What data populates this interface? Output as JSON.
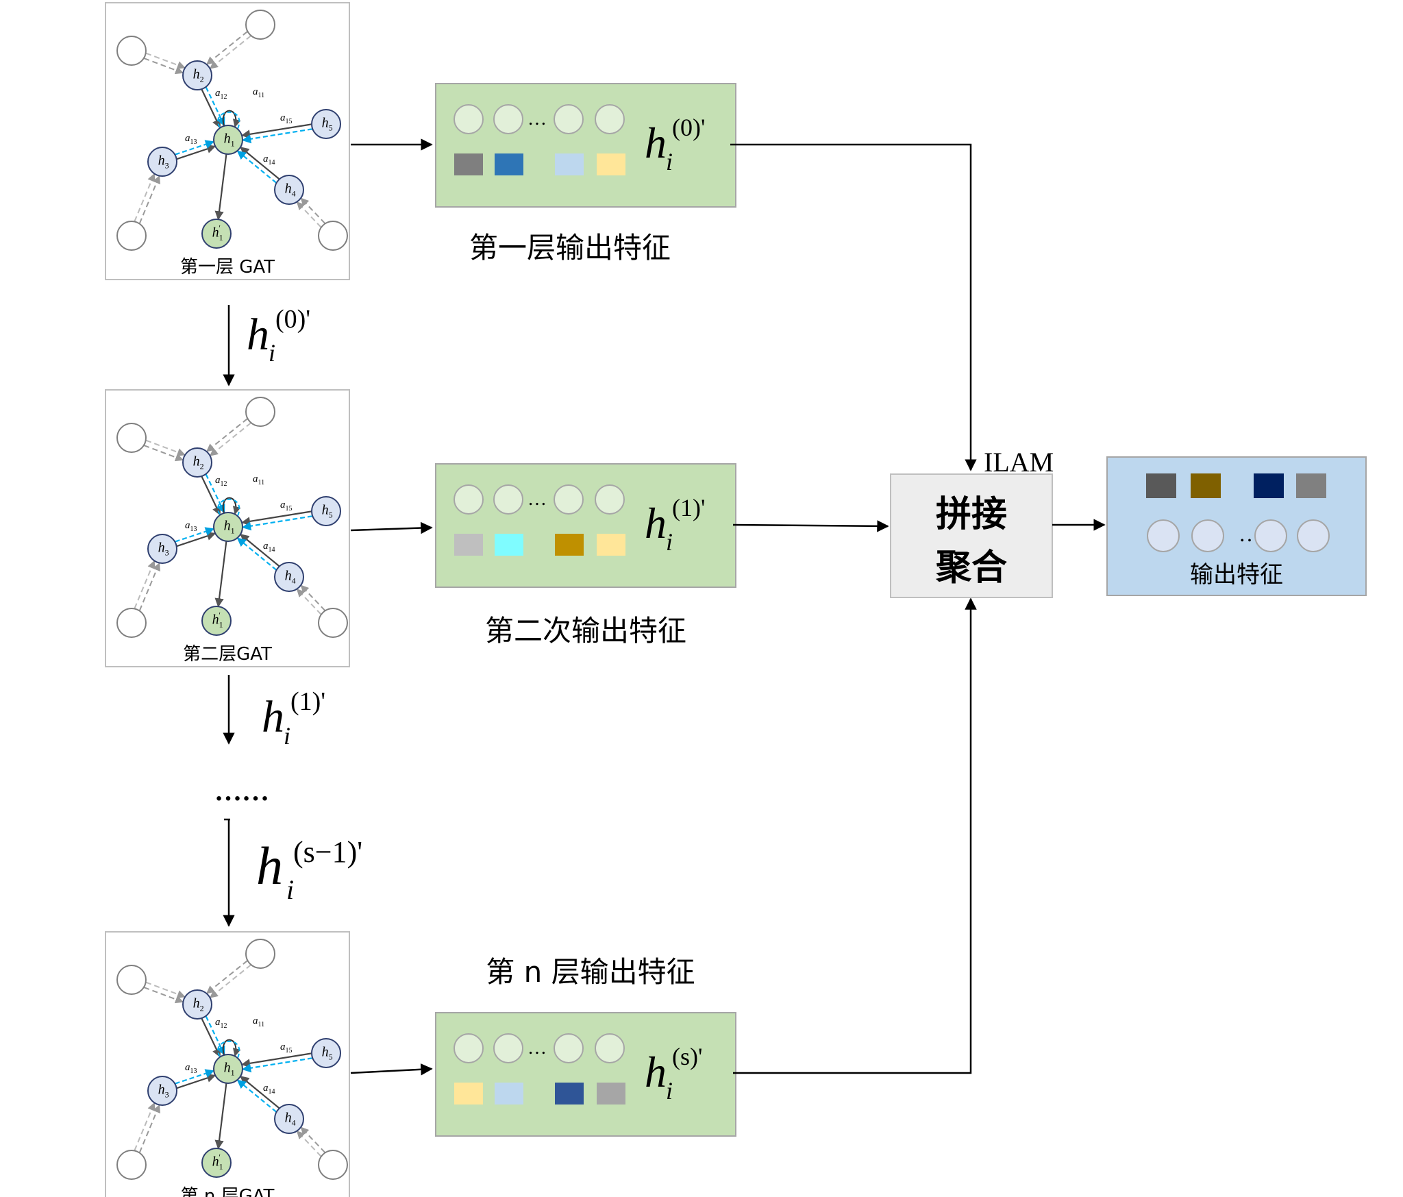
{
  "gat_layers": [
    {
      "caption": "第一层 GAT",
      "output_var_exp": "(0)'",
      "output_label": "第一层输出特征",
      "feature_colors": [
        "#7f7f7f",
        "#2e75b6",
        "#bdd7ee",
        "#ffe699"
      ]
    },
    {
      "caption": "第二层GAT",
      "output_var_exp": "(1)'",
      "output_label": "第二次输出特征",
      "feature_colors": [
        "#bfbfbf",
        "#7ffcff",
        "#bf9000",
        "#ffe699"
      ]
    },
    {
      "caption": "第 n 层GAT",
      "output_var_exp": "(s)'",
      "output_label": "第 n 层输出特征",
      "feature_colors": [
        "#ffe699",
        "#bdd7ee",
        "#2f5597",
        "#a6a6a6"
      ]
    }
  ],
  "graph": {
    "center_node": "h1",
    "neighbor_nodes": [
      "h2",
      "h3",
      "h4",
      "h5"
    ],
    "output_node": "h1'",
    "attention_labels": [
      "a12",
      "a11",
      "a15",
      "a13",
      "a14"
    ]
  },
  "between_layer_labels": [
    {
      "base": "h",
      "sub": "i",
      "sup": "(0)'"
    },
    {
      "base": "h",
      "sub": "i",
      "sup": "(1)'"
    },
    {
      "base": "h",
      "sub": "i",
      "sup": "(s−1)'"
    }
  ],
  "ellipsis": "……",
  "feature_ellipsis": "…",
  "ilam_label": "ILAM",
  "aggregate_box": {
    "line1": "拼接",
    "line2": "聚合"
  },
  "output_box": {
    "label": "输出特征",
    "feature_colors": [
      "#595959",
      "#7f6000",
      "#002060",
      "#808080"
    ]
  },
  "colors": {
    "feature_box_fill": "#c5e0b4",
    "output_box_fill": "#bdd7ee",
    "aggregate_fill": "#ededed",
    "node_blue": "#dae3f3",
    "node_green": "#c5e0b4",
    "attention_blue": "#00b0f0"
  }
}
